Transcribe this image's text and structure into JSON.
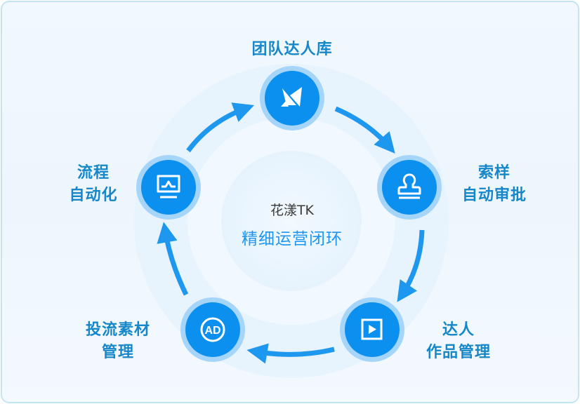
{
  "diagram": {
    "type": "cycle",
    "center": {
      "title": "花漾TK",
      "subtitle": "精细运营闭环"
    },
    "nodes": [
      {
        "id": "team-creator-library",
        "label_lines": [
          "团队达人库"
        ],
        "icon": "paper-plane-bird-icon"
      },
      {
        "id": "sample-approval",
        "label_lines": [
          "索样",
          "自动审批"
        ],
        "icon": "stamp-icon"
      },
      {
        "id": "creator-works",
        "label_lines": [
          "达人",
          "作品管理"
        ],
        "icon": "video-play-icon"
      },
      {
        "id": "ad-material",
        "label_lines": [
          "投流素材",
          "管理"
        ],
        "icon": "ad-badge-icon"
      },
      {
        "id": "process-automation",
        "label_lines": [
          "流程",
          "自动化"
        ],
        "icon": "monitor-pulse-icon"
      }
    ],
    "edges": [
      {
        "from": "team-creator-library",
        "to": "sample-approval"
      },
      {
        "from": "sample-approval",
        "to": "creator-works"
      },
      {
        "from": "creator-works",
        "to": "ad-material"
      },
      {
        "from": "ad-material",
        "to": "process-automation"
      },
      {
        "from": "process-automation",
        "to": "team-creator-library"
      }
    ],
    "colors": {
      "node_fill": "#0b90f0",
      "node_halo": "#9fd2f8",
      "arrow": "#1e98ee",
      "label": "#1687c9",
      "center_subtitle": "#1e95f0",
      "center_title": "#3a3a3a",
      "border": "#c3e4f4"
    }
  }
}
